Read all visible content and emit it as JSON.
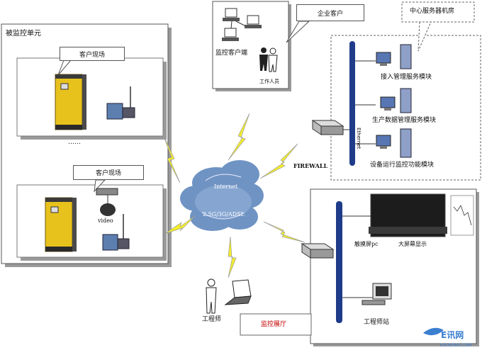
{
  "monitored_unit": {
    "title": "被监控单元"
  },
  "site_top": {
    "label": "客户现场"
  },
  "ellipsis": "……",
  "site_bottom": {
    "label": "客户现场",
    "camera_label": "video"
  },
  "client": {
    "monitor_client_label": "监控客户端",
    "staff_label": "工作人员"
  },
  "enterprise_callout": "企业客户",
  "data_center": {
    "callout": "中心服务器机房",
    "ethernet_label": "Ethernet",
    "modules": [
      "接入管理服务模块",
      "生产数据管理服务模块",
      "设备运行监控功能模块"
    ]
  },
  "firewall": {
    "label": "FIREWALL"
  },
  "cloud": {
    "line1": "Internet",
    "line2": "2.5G/3G/ADSL"
  },
  "control_hall": {
    "touch_pc_label": "触摸屏pc",
    "big_screen_label": "大屏幕显示",
    "engineer_station_label": "工程师站",
    "callout": "监控展厅"
  },
  "engineer": {
    "label": "工程师"
  },
  "watermark": {
    "main": "E讯网",
    "sub": "EXUN360.COM"
  },
  "colors": {
    "line": "#6a6a6a",
    "bolt": "#f3ee2a",
    "cloud": "#6f93c3",
    "cabinet": "#e8c21c",
    "ethernet": "#1f3c8a",
    "red": "#c00000"
  }
}
